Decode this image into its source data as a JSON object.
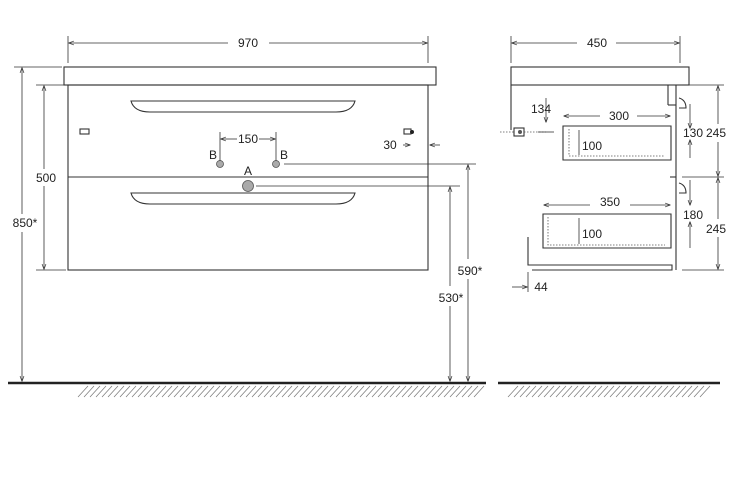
{
  "front_view": {
    "width": "970",
    "height": "850*",
    "cabinet_height": "500",
    "hole_spacing": "150",
    "side_offset": "30",
    "water_inlet_height": "590*",
    "drain_height": "530*",
    "label_a": "A",
    "label_b_left": "B",
    "label_b_right": "B"
  },
  "side_view": {
    "depth": "450",
    "inlet_offset": "134",
    "upper_drawer_depth": "300",
    "upper_drawer_inner_height": "100",
    "upper_drawer_height": "130",
    "upper_section_height": "245",
    "lower_drawer_depth": "350",
    "lower_drawer_inner_height": "100",
    "lower_drawer_height": "180",
    "lower_section_height": "245",
    "back_offset": "44"
  },
  "colors": {
    "line": "#333333",
    "floor": "#222222",
    "hatch": "#777777"
  }
}
